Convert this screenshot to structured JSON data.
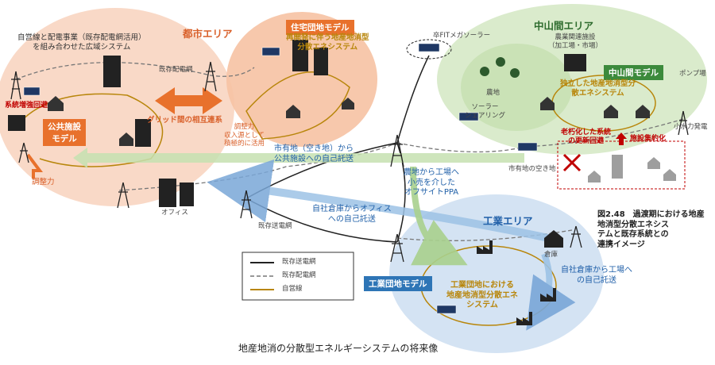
{
  "areas": {
    "urban": "都市エリア",
    "mountain": "中山間エリア",
    "industrial": "工業エリア"
  },
  "models": {
    "residential": "住宅団地モデル",
    "public": "公共施設\nモデル",
    "mountain": "中山間モデル",
    "industrial": "工業団地モデル"
  },
  "labels": {
    "wide_area": "自営線と配電事業（既存配電網活用）\nを組み合わせた広域システム",
    "residential_system": "再開発に伴う地産地消型\n分散エネシステム",
    "existing_dist_top": "既存配電網",
    "grid_exchange": "グリッド間の相互連系",
    "adjust_power_mid": "調整力\n収入源として\n積極的に活用",
    "grid_avoid": "系統増強回避",
    "adjust_power_left": "調整力",
    "office": "オフィス",
    "city_land": "市有地（空き地）から\n公共施設への自己託送",
    "fit_solar": "卒FITメガソーラー",
    "farmland": "農地",
    "solar_sharing": "ソーラー\nシェアリング",
    "agri_facility": "農業関連施設\n（加工場・市場）",
    "mountain_system": "独立した地産地消型分\n散エネシステム",
    "pump": "ポンプ場",
    "small_hydro": "小水力発電",
    "aging": "老朽化した系統\nの更新回避",
    "consolidation": "施設集約化",
    "city_vacant": "市有地の空き地",
    "farm_to_factory": "農地から工場へ\n小売を介した\nオフサイトPPA",
    "warehouse_office": "自社倉庫からオフィス\nへの自己託送",
    "existing_trans": "既存送電網",
    "warehouse": "倉庫",
    "warehouse_factory": "自社倉庫から工場へ\nの自己託送",
    "industrial_system": "工業団地における\n地産地消型分散エネ\nシステム",
    "figure_caption": "図2.48　過渡期における地産\n地消型分散エネシス\nテムと既存系統との\n連携イメージ",
    "bottom_caption": "地産地消の分散型エネルギーシステムの将来像"
  },
  "legend": {
    "items": [
      {
        "label": "既存送電網"
      },
      {
        "label": "既存配電網"
      },
      {
        "label": "自営線"
      }
    ]
  },
  "colors": {
    "urban_fill": "#f8d2bd",
    "mountain_fill": "#d6e9c6",
    "industrial_fill": "#cfe0f2",
    "orange_badge": "#e8712c",
    "green_badge": "#3c8a3c",
    "blue_badge": "#2e75b6",
    "self_line": "#b8860b"
  }
}
